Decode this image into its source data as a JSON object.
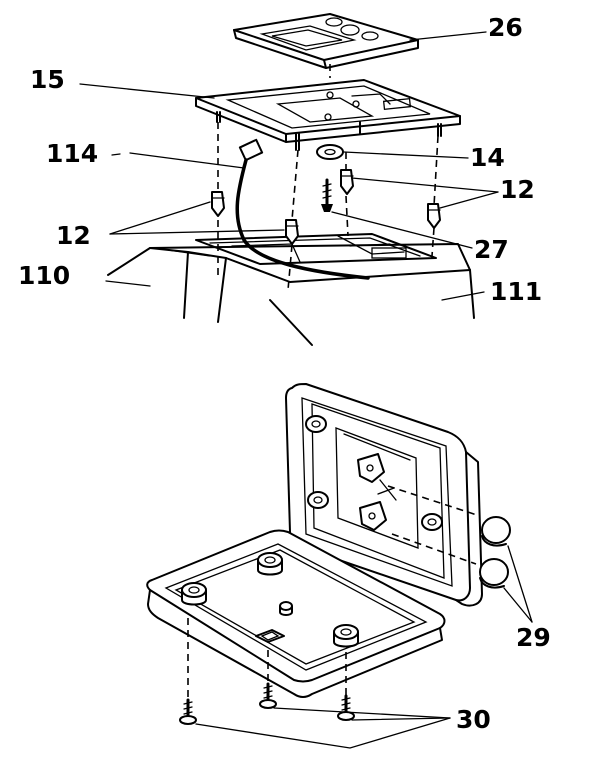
{
  "labels": {
    "p26": "26",
    "p15": "15",
    "p114": "114",
    "p14": "14",
    "p12_right": "12",
    "p12_left": "12",
    "p27": "27",
    "p110": "110",
    "p111": "111",
    "p29": "29",
    "p30": "30"
  }
}
